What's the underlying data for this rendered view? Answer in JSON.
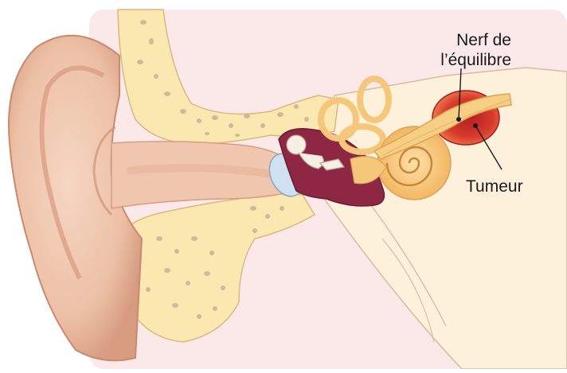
{
  "labels": {
    "nerve_line1": "Nerf de",
    "nerve_line2": "l’équilibre",
    "tumor": "Tumeur"
  },
  "colors": {
    "background_panel": "#fbe9ea",
    "skin": "#f0c6ae",
    "skin_shadow": "#d99c83",
    "bone": "#fbe7b0",
    "bone_spots": "#c9b79c",
    "middle_ear": "#8e2744",
    "cochlea": "#f7c77a",
    "tumor": "#d62b2b",
    "eardrum": "#cfe1f0"
  }
}
